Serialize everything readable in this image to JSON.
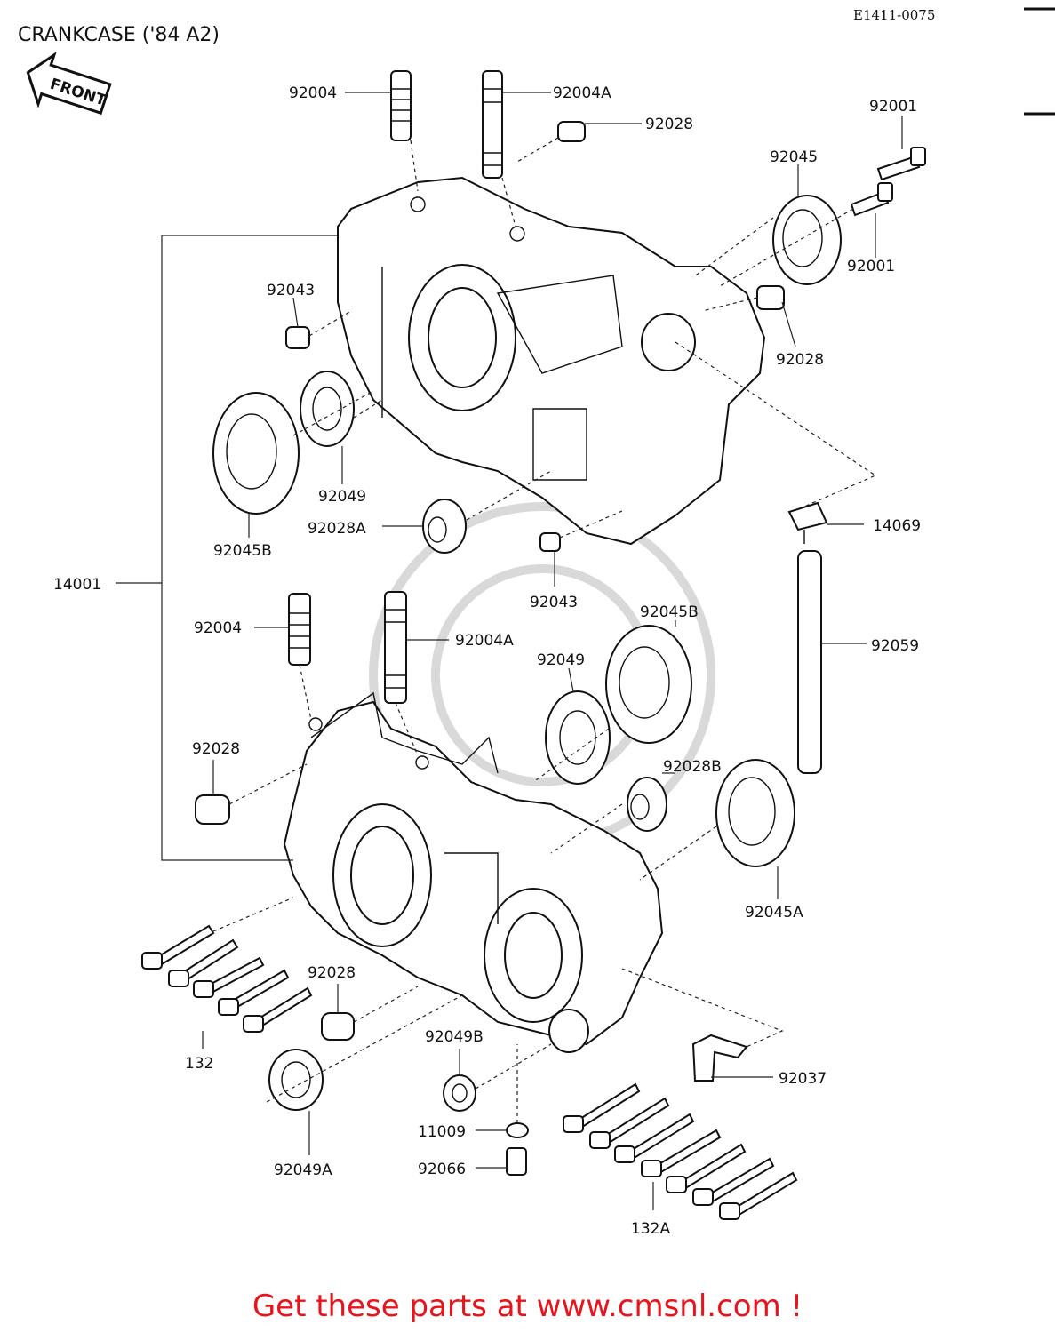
{
  "title": "CRANKCASE ('84 A2)",
  "diagram_code": "E1411-0075",
  "front_marker": "FRONT",
  "footer": "Get these parts at www.cmsnl.com !",
  "colors": {
    "footer_text": "#e8141c",
    "ink": "#111111",
    "watermark": "#d9d9d9"
  },
  "labels": {
    "p92004_top": "92004",
    "p92004a_top": "92004A",
    "p92028_top": "92028",
    "p92001_a": "92001",
    "p92045": "92045",
    "p92001_b": "92001",
    "p92043_top": "92043",
    "p92028_right": "92028",
    "p92049_top": "92049",
    "p92045b_top": "92045B",
    "p92028a": "92028A",
    "p14069": "14069",
    "p14001": "14001",
    "p92043_mid": "92043",
    "p92004_low": "92004",
    "p92004a_low": "92004A",
    "p92045b_low": "92045B",
    "p92059": "92059",
    "p92049_low": "92049",
    "p92028_low": "92028",
    "p92028b": "92028B",
    "p92045a": "92045A",
    "p92028_bot": "92028",
    "p132": "132",
    "p92049b": "92049B",
    "p92037": "92037",
    "p11009": "11009",
    "p92066": "92066",
    "p92049a": "92049A",
    "p132a": "132A"
  }
}
